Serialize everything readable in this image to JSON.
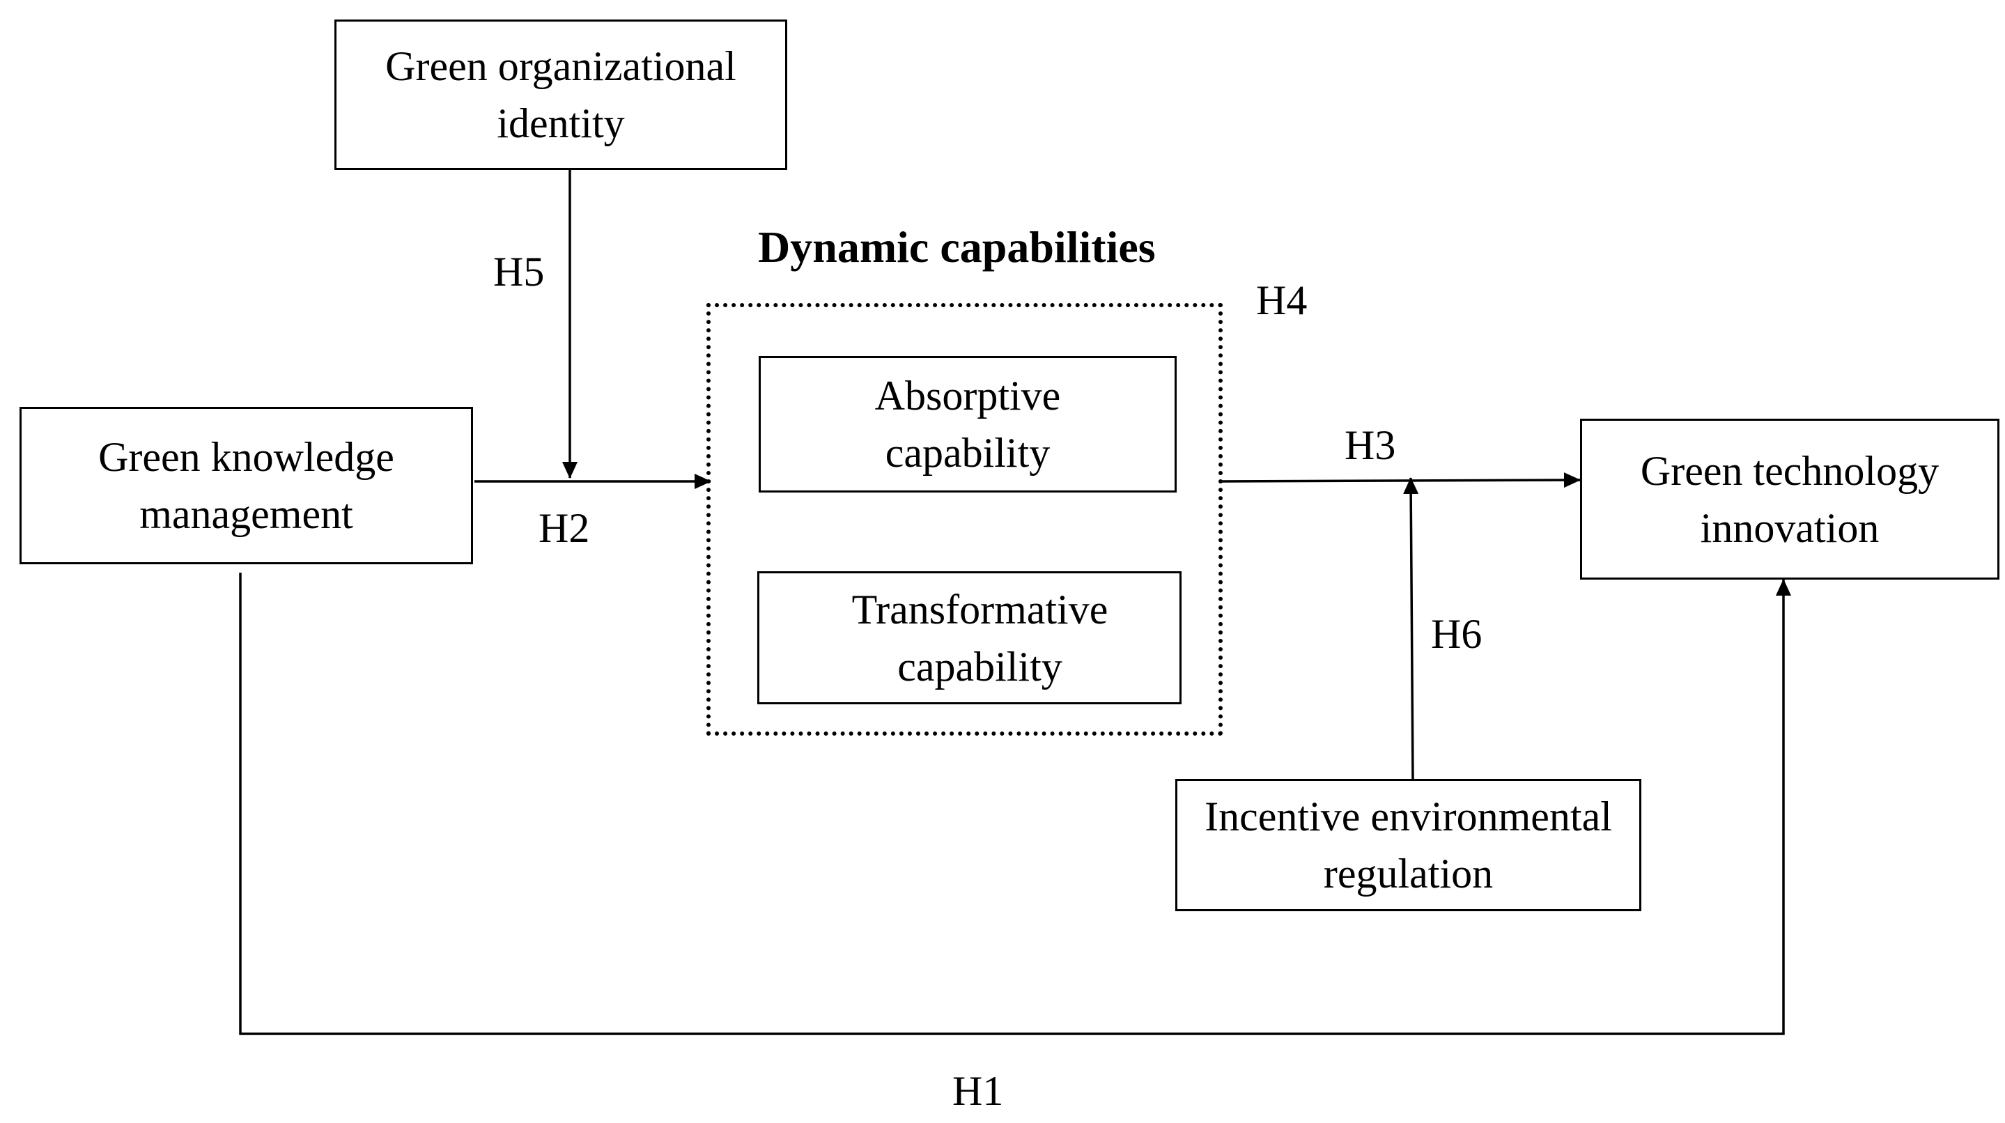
{
  "title": "Dynamic capabilities",
  "constructs": {
    "goi": "Green organizational identity",
    "gkm": "Green knowledge management",
    "absorptive": "Absorptive capability",
    "transformative": "Transformative capability",
    "gti": "Green technology innovation",
    "ier": "Incentive environmental regulation"
  },
  "hypotheses": {
    "h1": "H1",
    "h2": "H2",
    "h3": "H3",
    "h4": "H4",
    "h5": "H5",
    "h6": "H6"
  }
}
